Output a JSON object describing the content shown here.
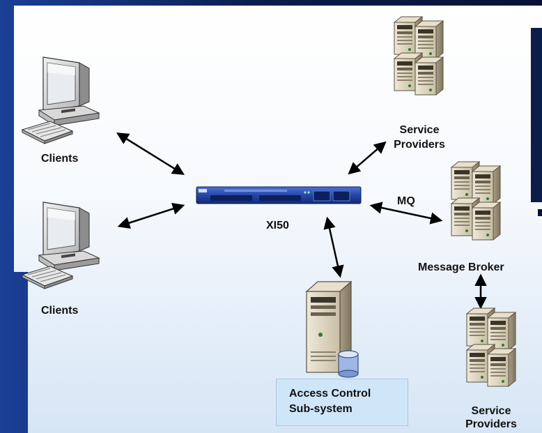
{
  "labels": {
    "clients_top": "Clients",
    "clients_bottom": "Clients",
    "xi50": "XI50",
    "service_providers_top_line1": "Service",
    "service_providers_top_line2": "Providers",
    "mq": "MQ",
    "message_broker": "Message Broker",
    "service_providers_bottom_line1": "Service",
    "service_providers_bottom_line2": "Providers",
    "access_control_line1": "Access Control",
    "access_control_line2": "Sub-system"
  },
  "icons": {
    "client": "desktop-computer-icon",
    "server": "server-tower-icon",
    "appliance": "rack-appliance-icon",
    "database": "database-icon"
  },
  "colors": {
    "background_dark": "#0d1f4c",
    "panel_white": "#ffffff",
    "panel_light_blue": "#dbe8f5",
    "server_beige": "#e4dcc8",
    "appliance_blue": "#2a4fb0",
    "label_box": "#cfe6f8"
  }
}
